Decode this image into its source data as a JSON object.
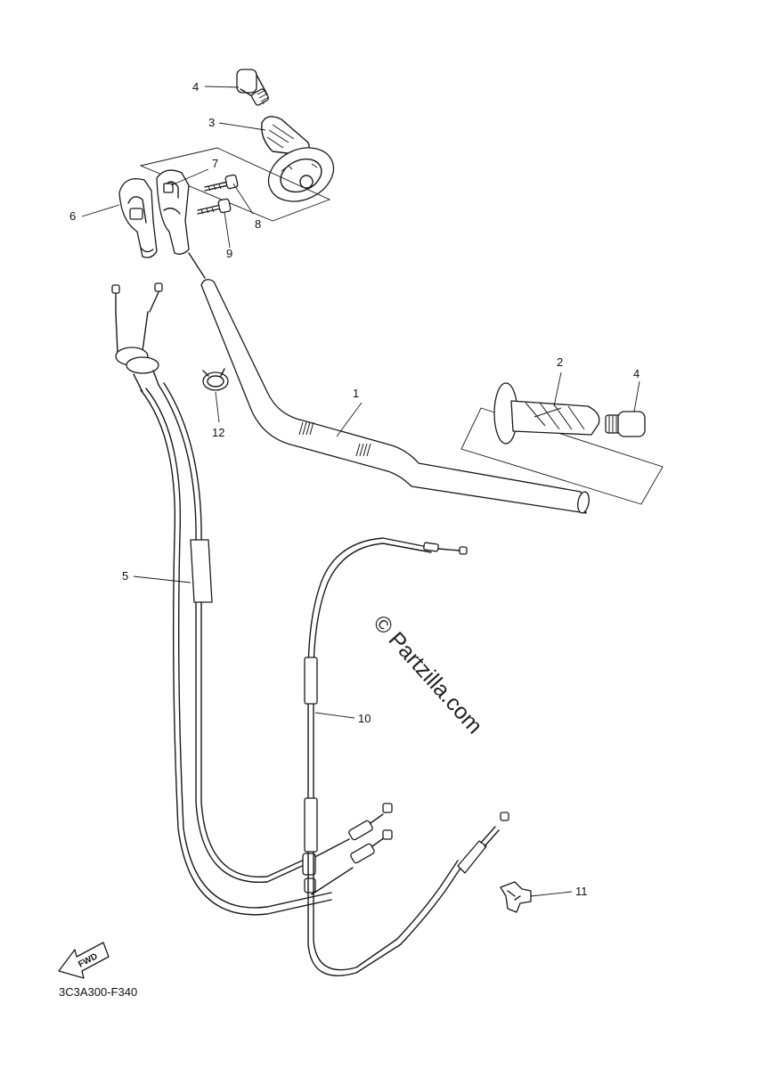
{
  "diagram_code": "3C3A300-F340",
  "watermark": "© Partzilla.com",
  "forward_marker": "FWD",
  "callouts": [
    {
      "id": "c1",
      "label": "1"
    },
    {
      "id": "c2",
      "label": "2"
    },
    {
      "id": "c3",
      "label": "3"
    },
    {
      "id": "c4a",
      "label": "4"
    },
    {
      "id": "c4b",
      "label": "4"
    },
    {
      "id": "c5",
      "label": "5"
    },
    {
      "id": "c6",
      "label": "6"
    },
    {
      "id": "c7",
      "label": "7"
    },
    {
      "id": "c8",
      "label": "8"
    },
    {
      "id": "c9",
      "label": "9"
    },
    {
      "id": "c10",
      "label": "10"
    },
    {
      "id": "c11",
      "label": "11"
    },
    {
      "id": "c12",
      "label": "12"
    }
  ],
  "colors": {
    "line": "#1a1a1a",
    "background": "#ffffff"
  }
}
